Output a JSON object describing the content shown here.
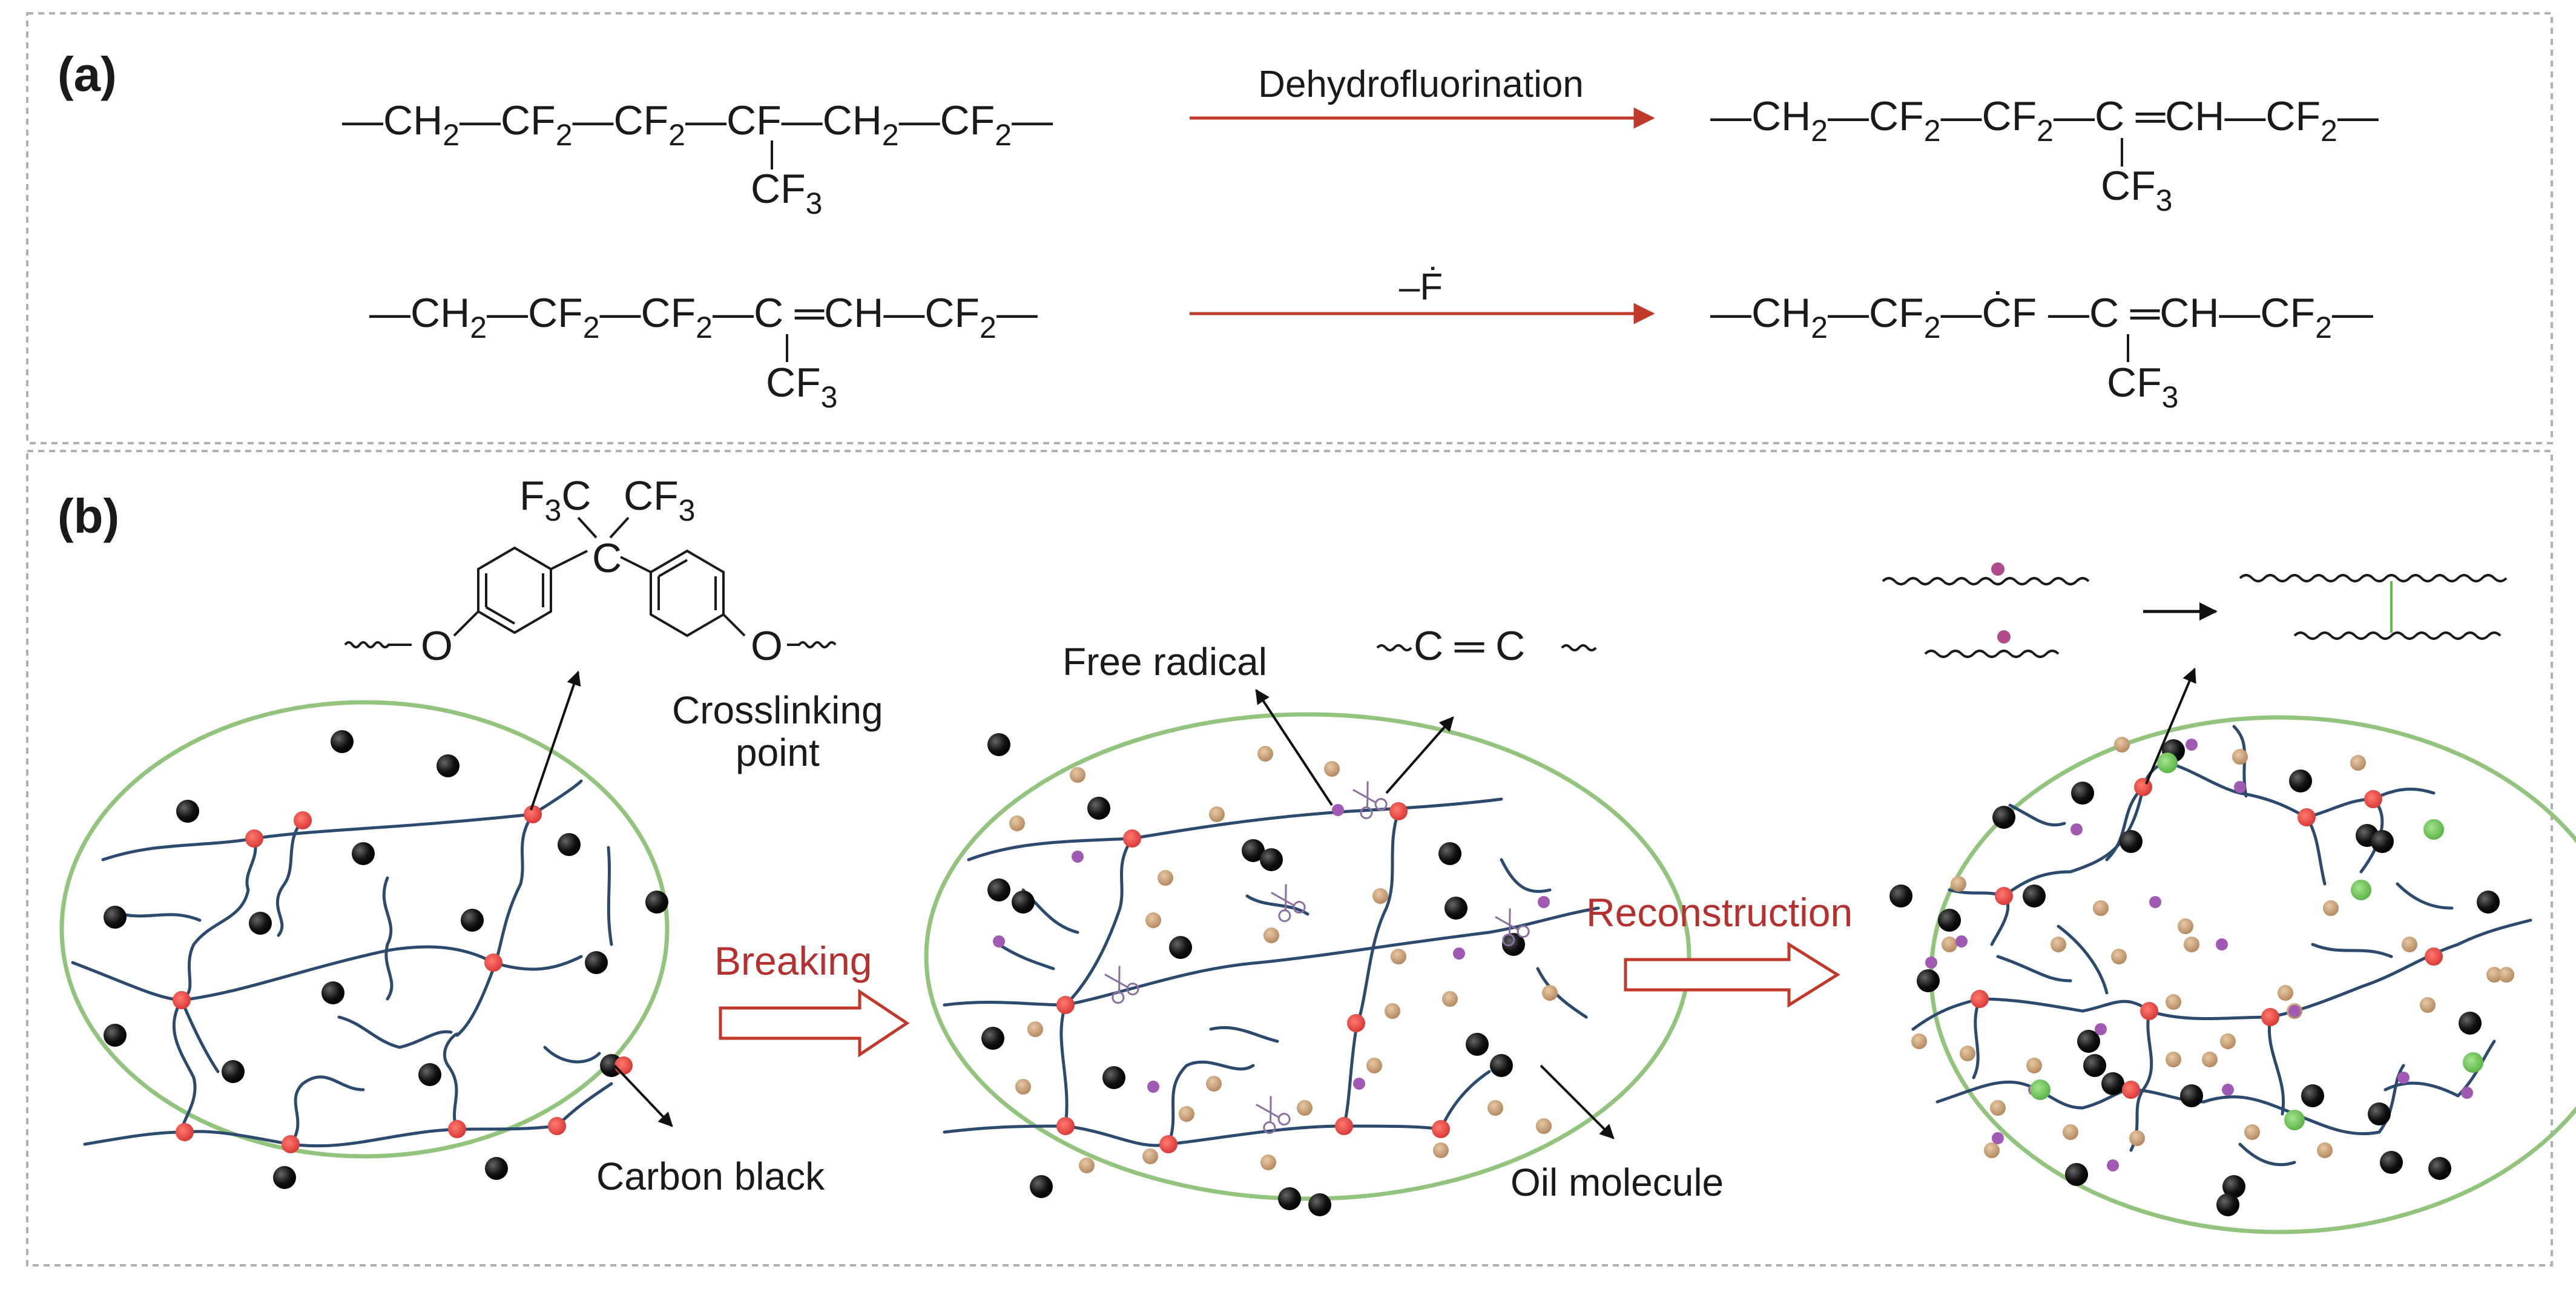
{
  "panel_a": {
    "label": "(a)",
    "row1_left": {
      "m1": "—CH",
      "m1s": "2",
      "m2": "—CF",
      "m2s": "2",
      "m3": "—CF",
      "m3s": "2",
      "m4": "—CF—CH",
      "m4s": "2",
      "m5": "—CF",
      "m5s": "2",
      "m6": "—",
      "branch": "CF",
      "branchs": "3"
    },
    "row1_arrow_label": "Dehydrofluorination",
    "row1_right": {
      "m1": "—CH",
      "m1s": "2",
      "m2": "—CF",
      "m2s": "2",
      "m3": "—CF",
      "m3s": "2",
      "m4": "—C ═CH—CF",
      "m4s": "2",
      "m5": "—",
      "branch": "CF",
      "branchs": "3"
    },
    "row2_left": {
      "m1": "—CH",
      "m1s": "2",
      "m2": "—CF",
      "m2s": "2",
      "m3": "—CF",
      "m3s": "2",
      "m4": "—C ═CH—CF",
      "m4s": "2",
      "m5": "—",
      "branch": "CF",
      "branchs": "3"
    },
    "row2_arrow_label": "–Ḟ",
    "row2_right": {
      "m1": "—CH",
      "m1s": "2",
      "m2": "—CF",
      "m2s": "2",
      "m3": "—ĊF —C ═CH—CF",
      "m3s": "2",
      "m4": "—",
      "branch": "CF",
      "branchs": "3"
    }
  },
  "panel_b": {
    "label": "(b)",
    "crosslinker": {
      "f3c": "F",
      "f3c_s": "3",
      "f3c_c": "C",
      "cf3": "CF",
      "cf3_s": "3",
      "center_c": "C",
      "o_left": "O",
      "o_right": "O"
    },
    "crosslinking_point_label": [
      "Crosslinking",
      "point"
    ],
    "carbon_black_label": "Carbon black",
    "free_radical_label": "Free radical",
    "double_bond_label": "C ═ C",
    "oil_molecule_label": "Oil molecule",
    "breaking_label": "Breaking",
    "reconstruction_label": "Reconstruction"
  },
  "colors": {
    "crosslink": "#e53935",
    "carbon_black": "#111111",
    "oil": "#c49a6c",
    "radical": "#a05ab4",
    "new_crosslink": "#5cbf4a",
    "chain": "#2c4a6e",
    "ellipse": "#93c47d",
    "red_arrow": "#c0392b"
  }
}
